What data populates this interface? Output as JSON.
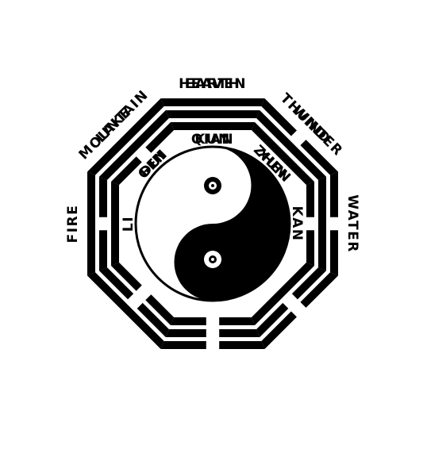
{
  "colors": {
    "ink": "#000000",
    "paper": "#ffffff"
  },
  "center": {
    "symbol": "yin-yang-icon"
  },
  "trigrams": [
    {
      "id": "qian",
      "name": "QIAN",
      "element": "HEAVEN",
      "lines": [
        1,
        1,
        1
      ]
    },
    {
      "id": "xun",
      "name": "XUN",
      "element": "WIND",
      "lines": [
        1,
        1,
        0
      ]
    },
    {
      "id": "kan",
      "name": "KAN",
      "element": "WATER",
      "lines": [
        0,
        1,
        0
      ]
    },
    {
      "id": "gen",
      "name": "GEN",
      "element": "MOUNTAIN",
      "lines": [
        1,
        0,
        0
      ]
    },
    {
      "id": "kun",
      "name": "KUN",
      "element": "EARTH",
      "lines": [
        0,
        0,
        0
      ]
    },
    {
      "id": "zhen",
      "name": "ZHEN",
      "element": "THUNDER",
      "lines": [
        0,
        0,
        1
      ]
    },
    {
      "id": "li",
      "name": "LI",
      "element": "FIRE",
      "lines": [
        1,
        0,
        1
      ]
    },
    {
      "id": "dui",
      "name": "DUI",
      "element": "LAKE",
      "lines": [
        0,
        1,
        1
      ]
    }
  ]
}
